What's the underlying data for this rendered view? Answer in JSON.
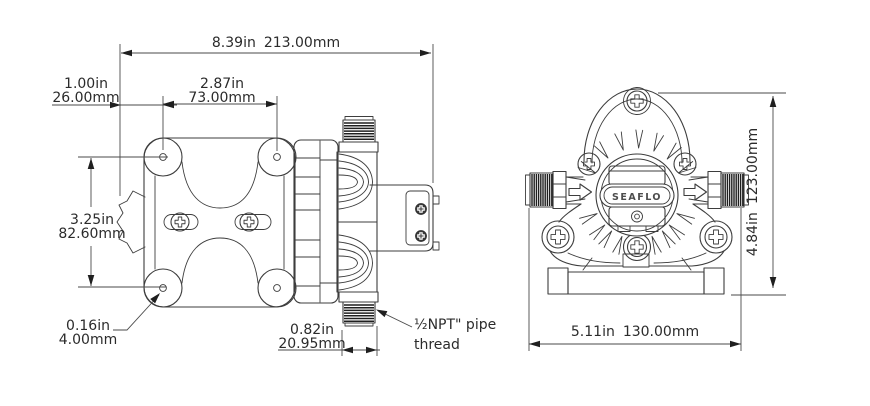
{
  "labels": {
    "brand": "SEAFLO",
    "pipe_thread_line1": "½NPT\" pipe",
    "pipe_thread_line2": "thread"
  },
  "dimensions": {
    "overall_length": {
      "inches": "8.39in",
      "mm": "213.00mm"
    },
    "mount_hole_offset": {
      "inches": "1.00in",
      "mm": "26.00mm"
    },
    "mount_hole_spacing_horizontal": {
      "inches": "2.87in",
      "mm": "73.00mm"
    },
    "mount_hole_spacing_vertical": {
      "inches": "3.25in",
      "mm": "82.60mm"
    },
    "mount_hole_diameter": {
      "inches": "0.16in",
      "mm": "4.00mm"
    },
    "port_width": {
      "inches": "0.82in",
      "mm": "20.95mm"
    },
    "overall_height": {
      "inches": "4.84in",
      "mm": "123.00mm"
    },
    "base_width": {
      "inches": "5.11in",
      "mm": "130.00mm"
    }
  }
}
